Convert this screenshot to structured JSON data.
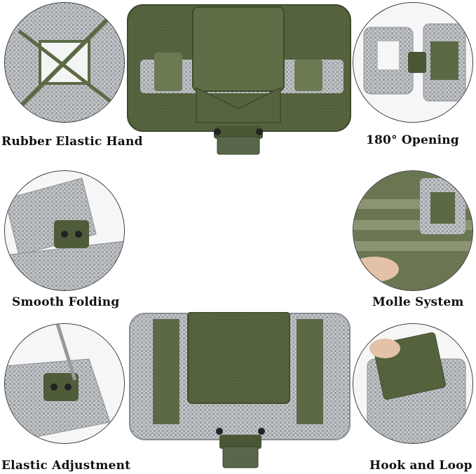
{
  "features": [
    {
      "key": "rubber",
      "label": "Rubber Elastic Hand"
    },
    {
      "key": "opening",
      "label": "180°  Opening"
    },
    {
      "key": "folding",
      "label": "Smooth Folding"
    },
    {
      "key": "molle",
      "label": "Molle System"
    },
    {
      "key": "elastic",
      "label": "Elastic Adjustment"
    },
    {
      "key": "hook",
      "label": "Hook and Loop"
    }
  ],
  "colors": {
    "olive": "#5b6a45",
    "olive_dark": "#46522f",
    "grid_fabric": "#b9bcbf",
    "grid_dark": "#8c9094",
    "outline": "#333333"
  }
}
